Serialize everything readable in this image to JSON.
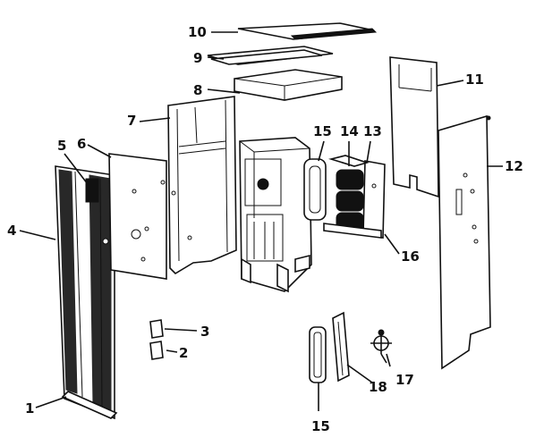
{
  "callouts": [
    {
      "id": "c1",
      "text": "1"
    },
    {
      "id": "c2",
      "text": "2"
    },
    {
      "id": "c3",
      "text": "3"
    },
    {
      "id": "c4",
      "text": "4"
    },
    {
      "id": "c5",
      "text": "5"
    },
    {
      "id": "c6",
      "text": "6"
    },
    {
      "id": "c7",
      "text": "7"
    },
    {
      "id": "c8",
      "text": "8"
    },
    {
      "id": "c9",
      "text": "9"
    },
    {
      "id": "c10",
      "text": "10"
    },
    {
      "id": "c11",
      "text": "11"
    },
    {
      "id": "c12",
      "text": "12"
    },
    {
      "id": "c13",
      "text": "13"
    },
    {
      "id": "c14",
      "text": "14"
    },
    {
      "id": "c15a",
      "text": "15"
    },
    {
      "id": "c15b",
      "text": "15"
    },
    {
      "id": "c16",
      "text": "16"
    },
    {
      "id": "c17",
      "text": "17"
    },
    {
      "id": "c18",
      "text": "18"
    }
  ]
}
